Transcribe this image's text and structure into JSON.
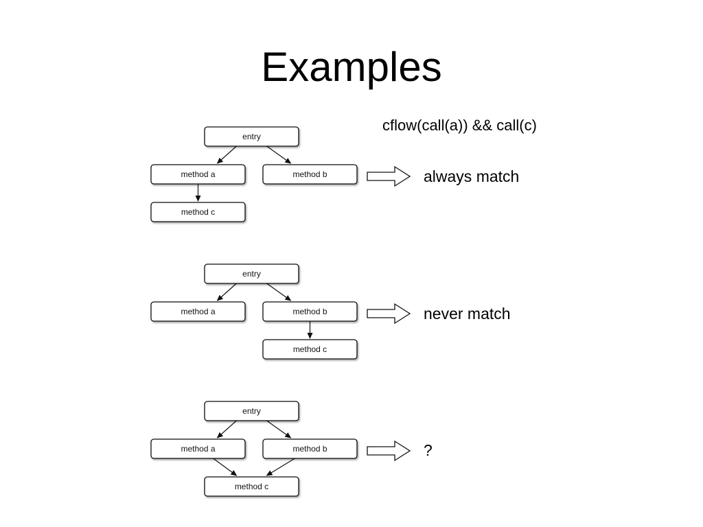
{
  "slide": {
    "title": "Examples",
    "pointcut_expression": "cflow(call(a)) && call(c)"
  },
  "examples": [
    {
      "nodes": [
        {
          "id": "entry",
          "label": "entry"
        },
        {
          "id": "a",
          "label": "method a"
        },
        {
          "id": "b",
          "label": "method b"
        },
        {
          "id": "c",
          "label": "method c"
        }
      ],
      "edges": [
        [
          "entry",
          "a"
        ],
        [
          "entry",
          "b"
        ],
        [
          "a",
          "c"
        ]
      ],
      "result": "always match"
    },
    {
      "nodes": [
        {
          "id": "entry",
          "label": "entry"
        },
        {
          "id": "a",
          "label": "method a"
        },
        {
          "id": "b",
          "label": "method b"
        },
        {
          "id": "c",
          "label": "method c"
        }
      ],
      "edges": [
        [
          "entry",
          "a"
        ],
        [
          "entry",
          "b"
        ],
        [
          "b",
          "c"
        ]
      ],
      "result": "never match"
    },
    {
      "nodes": [
        {
          "id": "entry",
          "label": "entry"
        },
        {
          "id": "a",
          "label": "method a"
        },
        {
          "id": "b",
          "label": "method b"
        },
        {
          "id": "c",
          "label": "method c"
        }
      ],
      "edges": [
        [
          "entry",
          "a"
        ],
        [
          "entry",
          "b"
        ],
        [
          "a",
          "c"
        ],
        [
          "b",
          "c"
        ]
      ],
      "result": "?"
    }
  ]
}
